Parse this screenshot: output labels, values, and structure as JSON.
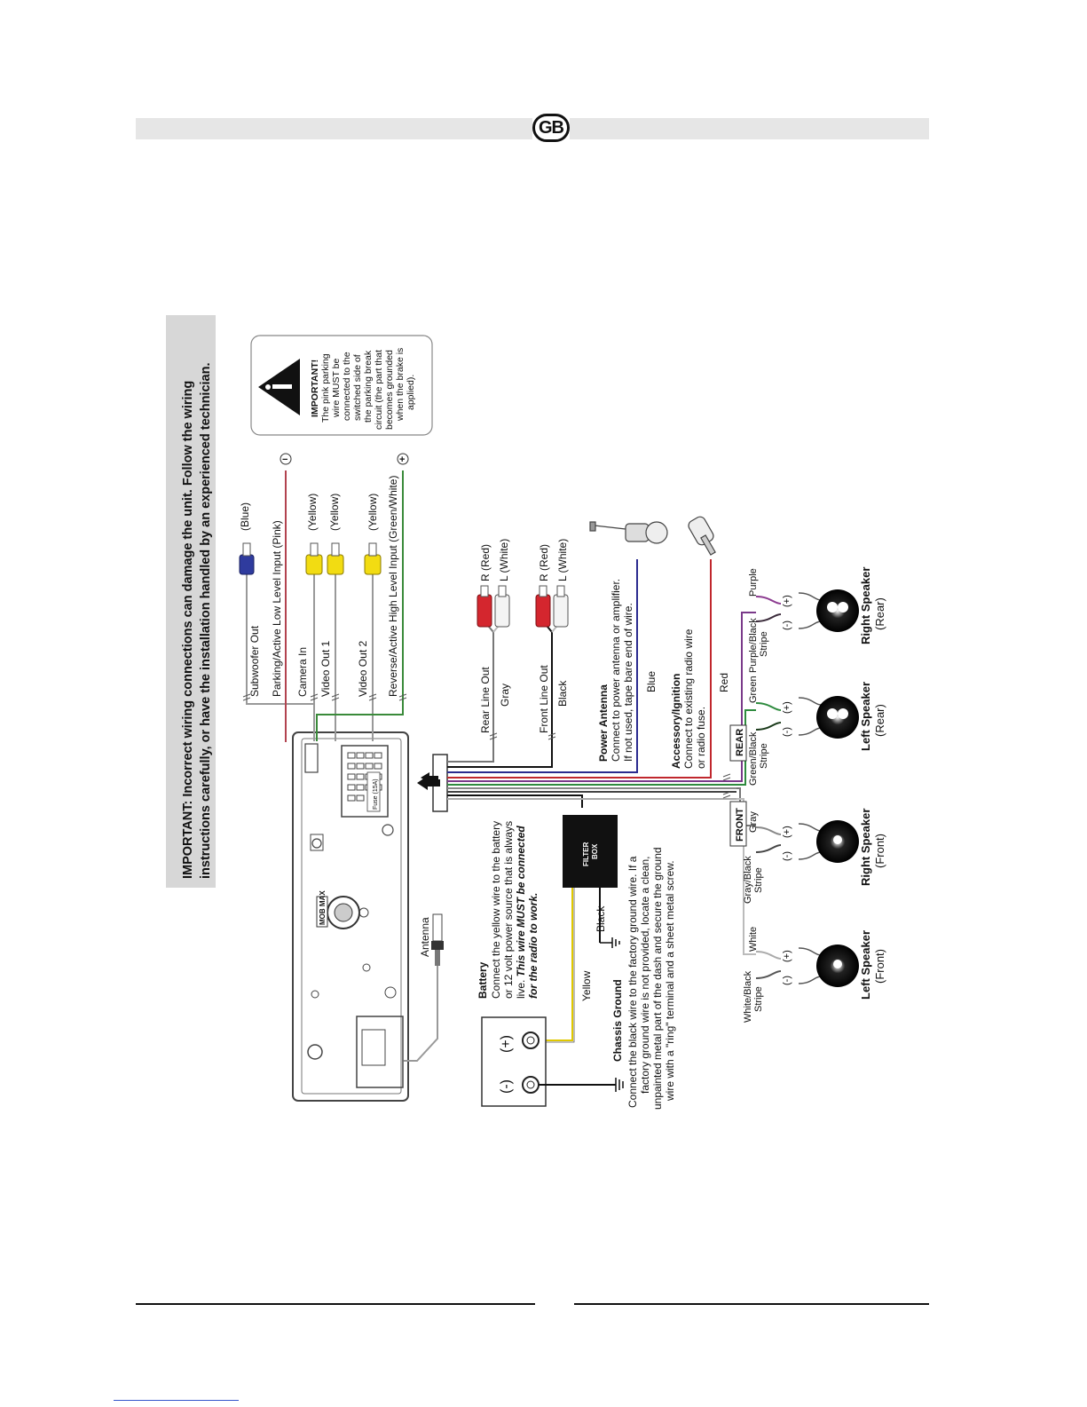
{
  "header": {
    "badge": "GB"
  },
  "important_banner": {
    "line1": "IMPORTANT: Incorrect wiring connections can damage the unit. Follow the wiring",
    "line2": "instructions carefully, or have the installation handled by an experienced technician."
  },
  "warning_box": {
    "title": "IMPORTANT!",
    "lines": [
      "The pink parking",
      "wire MUST be",
      "connected to the",
      "switched side of",
      "the parking break",
      "circuit (the part that",
      "becomes grounded",
      "when the brake is",
      "applied)."
    ]
  },
  "wires": {
    "subwoofer_out": "Subwoofer Out",
    "subwoofer_color": "(Blue)",
    "parking": "Parking/Active Low Level Input (Pink)",
    "camera_in": "Camera In",
    "camera_color": "(Yellow)",
    "video_out1": "Video Out 1",
    "video_out1_color": "(Yellow)",
    "video_out2": "Video Out 2",
    "video_out2_color": "(Yellow)",
    "reverse": "Reverse/Active High Level Input (Green/White)",
    "rear_line_out": "Rear Line Out",
    "rear_line_wire": "Gray",
    "rear_r": "R (Red)",
    "rear_l": "L (White)",
    "front_line_out": "Front Line Out",
    "front_line_wire": "Black",
    "front_r": "R (Red)",
    "front_l": "L (White)",
    "power_antenna_title": "Power Antenna",
    "power_antenna_l1": "Connect to power antenna or amplifier.",
    "power_antenna_l2": "If not used, tape bare end of wire.",
    "power_antenna_wire": "Blue",
    "acc_title": "Accessory/Ignition",
    "acc_l1": "Connect to existing radio wire",
    "acc_l2": "or radio fuse.",
    "acc_wire": "Red",
    "battery_title": "Battery",
    "battery_l1": "Connect the yellow wire to the battery",
    "battery_l2": "or 12 volt power source that is always",
    "battery_l3a": "live. ",
    "battery_l3b": "This wire MUST be connected",
    "battery_l4": "for the radio to work.",
    "battery_wire": "Yellow",
    "filter_l1": "FILTER",
    "filter_l2": "BOX",
    "filter_wire": "Black",
    "chassis_title": "Chassis Ground",
    "chassis_l1": "Connect the black wire to the factory ground wire. If a",
    "chassis_l2": "factory ground wire is not provided, locate a clean,",
    "chassis_l3": "unpainted metal part of the dash and secure the ground",
    "chassis_l4": "wire with a \"ring\" terminal and a sheet metal screw.",
    "antenna": "Antenna",
    "battery_pos": "(+)",
    "battery_neg": "(-)",
    "fuse": "Fuse (15A)",
    "knob_label": "MOB MAX",
    "minus_symbol": "−",
    "plus_symbol": "+"
  },
  "speakers": {
    "rear_tag": "REAR",
    "front_tag": "FRONT",
    "plus": "(+)",
    "minus": "(-)",
    "right_rear": {
      "name": "Right Speaker",
      "pos": "(Rear)",
      "w_pos": "Purple",
      "w_neg1": "Purple/Black",
      "w_neg2": "Stripe"
    },
    "left_rear": {
      "name": "Left Speaker",
      "pos": "(Rear)",
      "w_pos": "Green",
      "w_neg1": "Green/Black",
      "w_neg2": "Stripe"
    },
    "right_front": {
      "name": "Right Speaker",
      "pos": "(Front)",
      "w_pos": "Gray",
      "w_neg1": "Gray/Black",
      "w_neg2": "Stripe"
    },
    "left_front": {
      "name": "Left Speaker",
      "pos": "(Front)",
      "w_pos": "White",
      "w_neg1": "White/Black",
      "w_neg2": "Stripe"
    }
  }
}
